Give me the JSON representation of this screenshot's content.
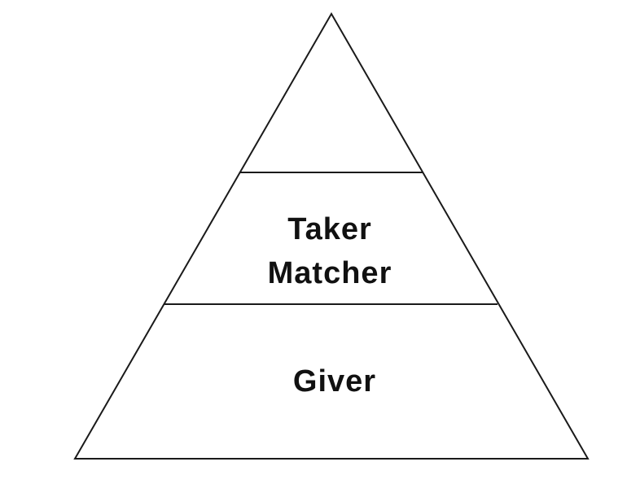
{
  "diagram": {
    "tiers": {
      "top": {
        "lines": []
      },
      "middle": {
        "lines": [
          "Taker",
          "Matcher"
        ]
      },
      "bottom": {
        "lines": [
          "Giver"
        ]
      }
    },
    "colors": {
      "stroke": "#1a1a1a",
      "text": "#111111",
      "background": "#ffffff"
    }
  }
}
